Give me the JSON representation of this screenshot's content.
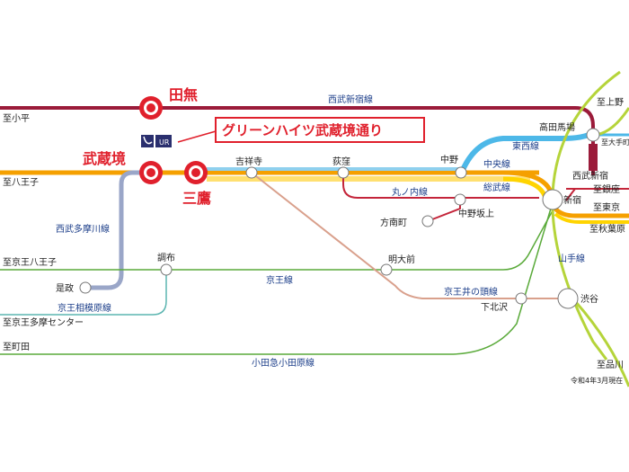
{
  "lines": {
    "seibu_shinjuku": "西武新宿線",
    "seibu_tamagawa": "西武多摩川線",
    "chuo": "中央線",
    "sobu": "総武線",
    "tozai": "東西線",
    "marunouchi": "丸ノ内線",
    "keio": "京王線",
    "keio_sagamihara": "京王相模原線",
    "keio_inokashira": "京王井の頭線",
    "yamanote": "山手線",
    "odakyu": "小田急小田原線"
  },
  "directions": {
    "kodaira": "至小平",
    "hachioji": "至八王子",
    "keio_hachioji": "至京王八王子",
    "keio_tama_center": "至京王多摩センター",
    "machida": "至町田",
    "ueno": "至上野",
    "otemachi": "至大手町",
    "ginza": "至銀座",
    "tokyo": "至東京",
    "akihabara": "至秋葉原",
    "shinagawa": "至品川"
  },
  "stations": {
    "tanashi": "田無",
    "musashisakai": "武蔵境",
    "mitaka": "三鷹",
    "kichijoji": "吉祥寺",
    "ogikubo": "荻窪",
    "nakano": "中野",
    "shinjuku": "新宿",
    "takadanobaba": "高田馬場",
    "seibu_shinjuku": "西武新宿",
    "nakano_sakaue": "中野坂上",
    "honancho": "方南町",
    "meidaimae": "明大前",
    "shimokitazawa": "下北沢",
    "shibuya": "渋谷",
    "chofu": "調布",
    "koremasa": "是政"
  },
  "callout": "グリーンハイツ武蔵境通り",
  "logo_text": "UR",
  "date_note": "令和4年3月現在",
  "colors": {
    "seibu_shinjuku": "#9b1b3a",
    "chuo": "#f5a000",
    "sobu": "#ffd400",
    "tozai": "#4db8e8",
    "keio": "#d9a08c",
    "green": "#5aaa3a",
    "yamanote": "#b5d43a",
    "tamagawa": "#9aa6c8",
    "marunouchi": "#c4253a",
    "highlight": "#e0202c",
    "label_blue": "#1d3f8a"
  }
}
